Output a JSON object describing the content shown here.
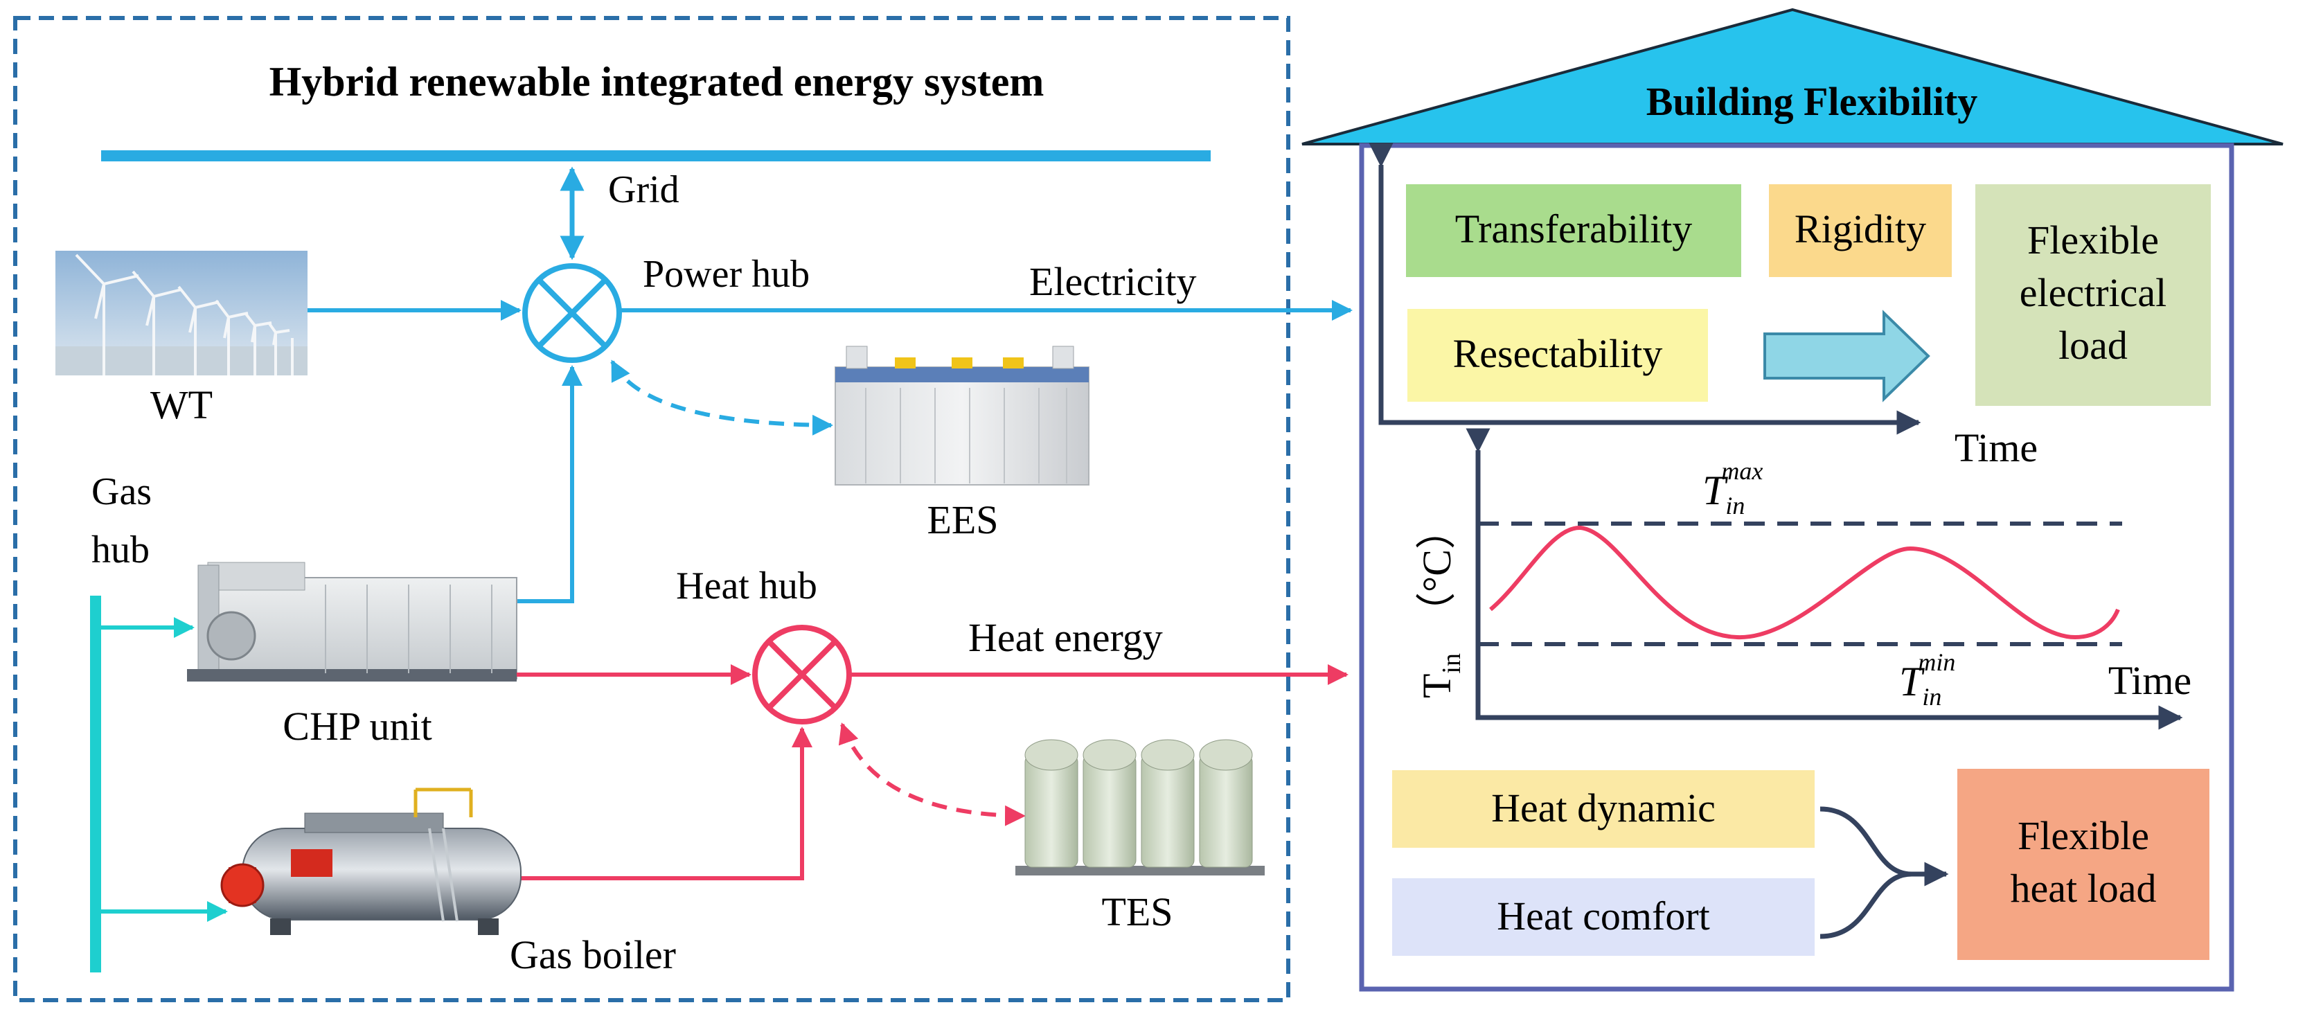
{
  "left_panel": {
    "title": "Hybrid renewable integrated energy system",
    "labels": {
      "grid": "Grid",
      "power_hub": "Power hub",
      "electricity": "Electricity",
      "wt": "WT",
      "ees": "EES",
      "gas_hub_line1": "Gas",
      "gas_hub_line2": "hub",
      "heat_hub": "Heat hub",
      "heat_energy": "Heat energy",
      "chp_unit": "CHP unit",
      "tes": "TES",
      "gas_boiler": "Gas boiler"
    }
  },
  "right_panel": {
    "title": "Building Flexibility",
    "electrical": {
      "transferability": "Transferability",
      "rigidity": "Rigidity",
      "resectability": "Resectability",
      "flexible_electrical_load": [
        "Flexible",
        "electrical",
        "load"
      ],
      "time_label": "Time"
    },
    "thermal_chart": {
      "y_axis_label": "T",
      "y_axis_sub": "in",
      "y_axis_unit": "（°C）",
      "tmax_T": "T",
      "tmax_sub": "in",
      "tmax_sup": "max",
      "tmin_T": "T",
      "tmin_sub": "in",
      "tmin_sup": "min",
      "time_label": "Time"
    },
    "heat": {
      "heat_dynamic": "Heat dynamic",
      "heat_comfort": "Heat comfort",
      "flexible_heat_load": [
        "Flexible",
        "heat load"
      ]
    }
  },
  "colors": {
    "electric_line": "#29abe2",
    "gas_line": "#1ecfcf",
    "heat_line": "#ee3c63",
    "dashed_border": "#2a6ea8",
    "roof_fill": "#27c3ed",
    "building_border": "#5a63b0",
    "dark_axis": "#34425e",
    "transferability_bg": "#a9dc8d",
    "rigidity_bg": "#fbd98c",
    "resectability_bg": "#fbf6a6",
    "flex_elec_bg": "#d5e3b9",
    "heat_dynamic_bg": "#fbe9a5",
    "heat_comfort_bg": "#dde3f9",
    "flex_heat_bg": "#f5a684",
    "arrow_fill": "#8fd6e6"
  }
}
